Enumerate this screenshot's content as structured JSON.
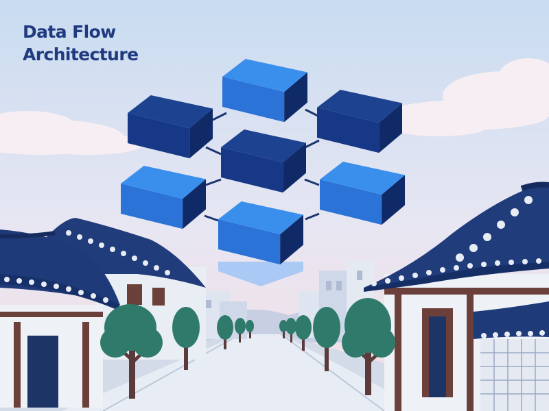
{
  "title": {
    "line1": "Data Flow",
    "line2": "Architecture"
  },
  "colors": {
    "sky_top": "#c9dcf1",
    "sky_mid": "#e7e6f2",
    "sky_bottom": "#f5dfe4",
    "title": "#1f3a80",
    "cube_dark_top": "#1d428f",
    "cube_light_top": "#3a8fec",
    "cube_side": "#0f2a66",
    "connector": "#1c3570",
    "roof": "#203c7a",
    "wall": "#eef1f6",
    "timber": "#6b3f3a",
    "tree": "#2f7a6a",
    "trunk": "#5a3a3a",
    "road": "#e8edf5"
  },
  "cubes": [
    {
      "id": "top",
      "variant": "light"
    },
    {
      "id": "upper-left",
      "variant": "dark"
    },
    {
      "id": "upper-right",
      "variant": "dark"
    },
    {
      "id": "center",
      "variant": "dark"
    },
    {
      "id": "lower-left",
      "variant": "light"
    },
    {
      "id": "lower-right",
      "variant": "light"
    },
    {
      "id": "bottom",
      "variant": "light"
    }
  ],
  "icons": [
    "network-cube-icon",
    "hanok-roof-icon",
    "tree-icon"
  ]
}
